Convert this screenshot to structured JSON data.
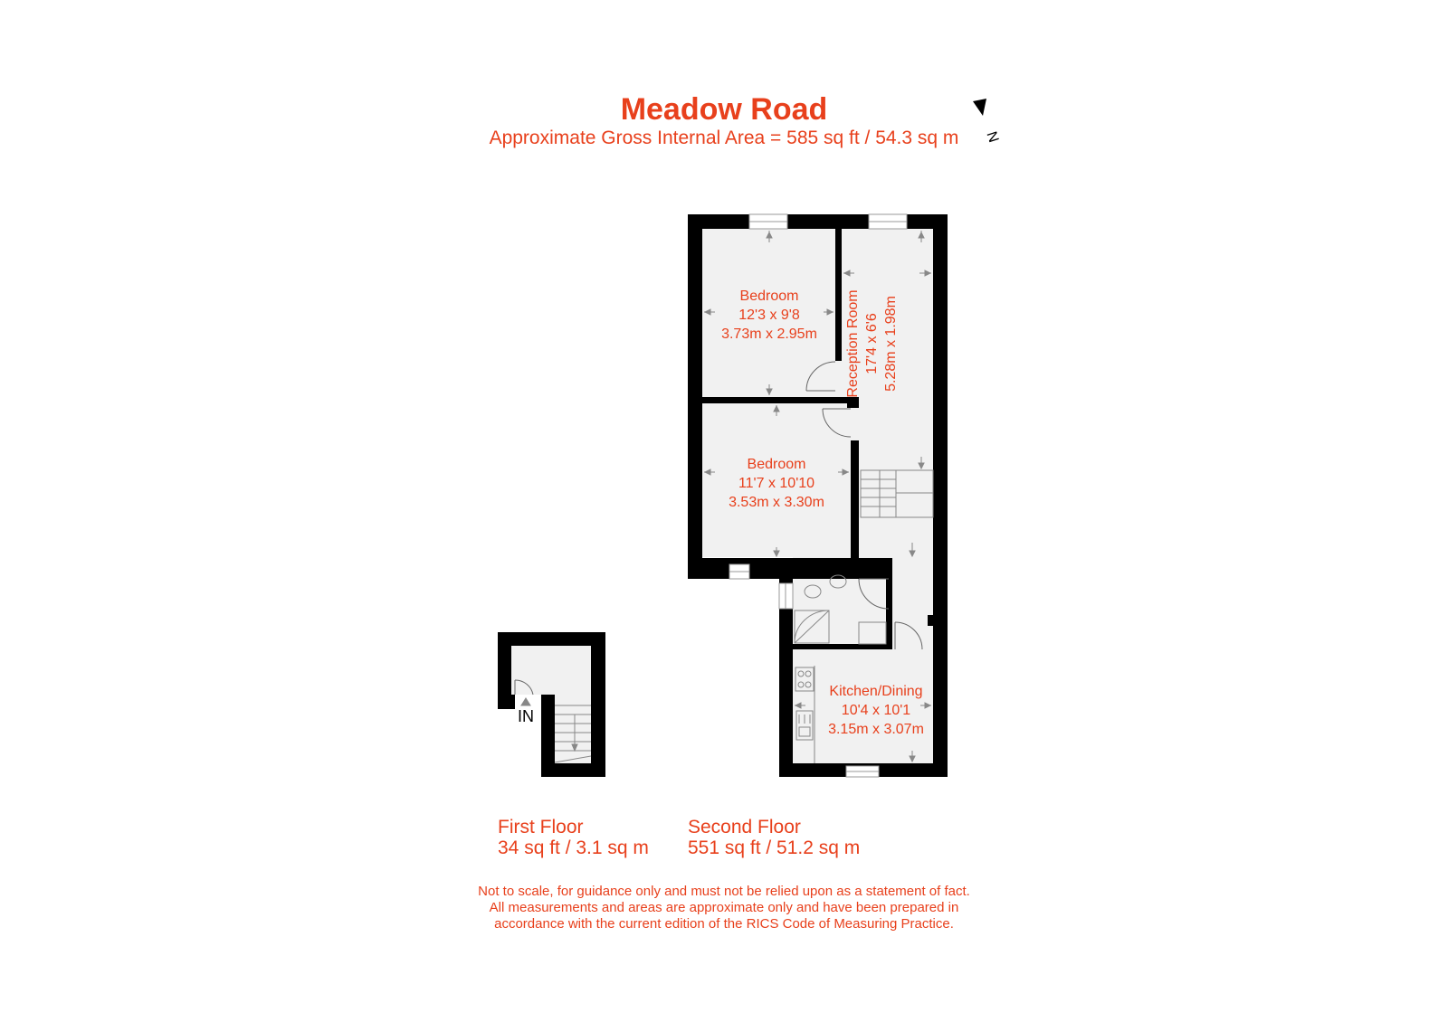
{
  "colors": {
    "accent": "#e8401c",
    "wall": "#000000",
    "floor": "#f1f1f1",
    "fixture": "#999999"
  },
  "header": {
    "title": "Meadow Road",
    "subtitle": "Approximate Gross Internal Area = 585 sq ft / 54.3 sq m",
    "compass_label": "N"
  },
  "rooms": [
    {
      "name": "Bedroom",
      "imperial": "12'3 x 9'8",
      "metric": "3.73m x 2.95m"
    },
    {
      "name": "Reception Room",
      "imperial": "17'4 x 6'6",
      "metric": "5.28m x 1.98m"
    },
    {
      "name": "Bedroom",
      "imperial": "11'7 x 10'10",
      "metric": "3.53m x 3.30m"
    },
    {
      "name": "Kitchen/Dining",
      "imperial": "10'4 x 10'1",
      "metric": "3.15m x 3.07m"
    }
  ],
  "entrance_label": "IN",
  "floors": [
    {
      "name": "First Floor",
      "area": "34 sq ft / 3.1 sq m"
    },
    {
      "name": "Second Floor",
      "area": "551 sq ft / 51.2 sq m"
    }
  ],
  "disclaimer": [
    "Not to scale, for guidance only and must not be relied upon as a statement of fact.",
    "All measurements and areas are approximate only and have been prepared in",
    "accordance with the current edition of the RICS Code of Measuring Practice."
  ]
}
